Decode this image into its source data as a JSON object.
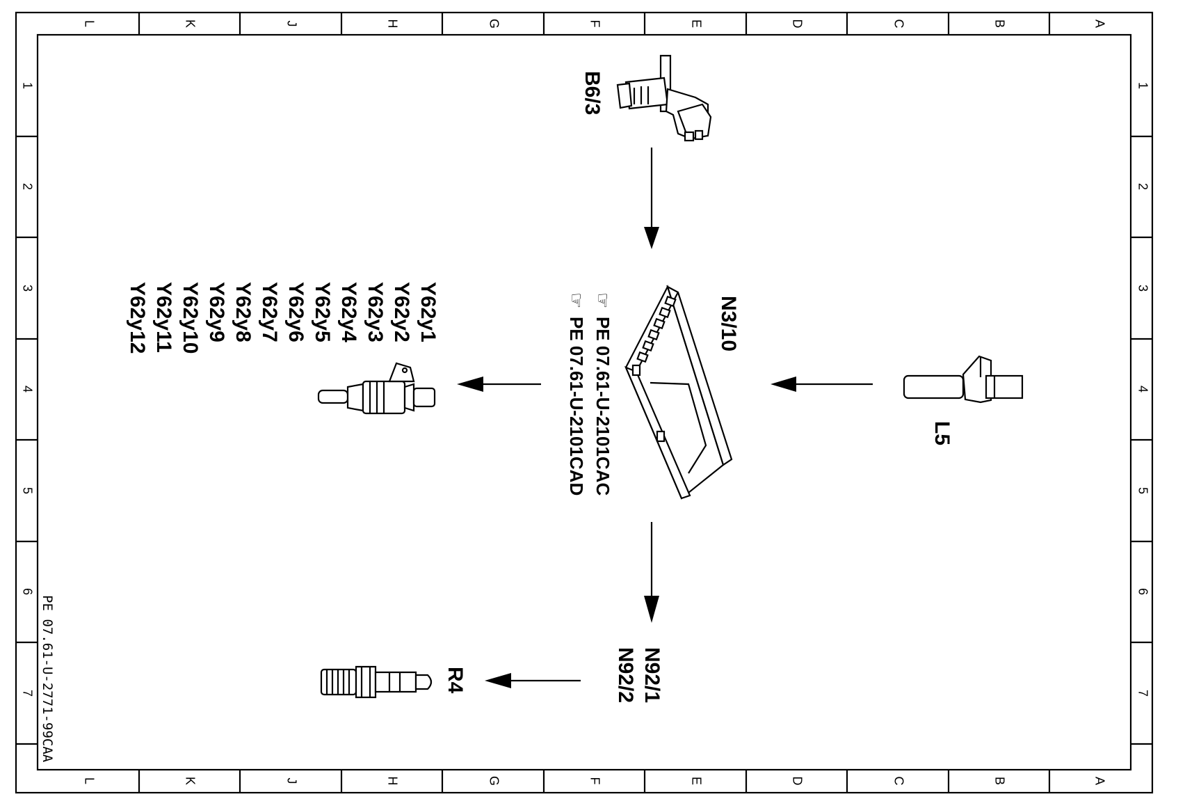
{
  "border": {
    "columns": [
      "L",
      "K",
      "J",
      "H",
      "G",
      "F",
      "E",
      "D",
      "C",
      "B",
      "A"
    ],
    "rows": [
      "1",
      "2",
      "3",
      "4",
      "5",
      "6",
      "7"
    ]
  },
  "document_id": "PE 07.61-U-2771-99CAA",
  "components": {
    "sensor_top": "B6/3",
    "control_unit": "N3/10",
    "sensor_right": "L5",
    "modules_bottom": [
      "N92/1",
      "N92/2"
    ],
    "plug": "R4",
    "injectors": [
      "Y62y1",
      "Y62y2",
      "Y62y3",
      "Y62y4",
      "Y62y5",
      "Y62y6",
      "Y62y7",
      "Y62y8",
      "Y62y9",
      "Y62y10",
      "Y62y11",
      "Y62y12"
    ]
  },
  "references": [
    {
      "icon": "hand-pointer-icon",
      "text": "PE  07.61-U-2101CAC"
    },
    {
      "icon": "hand-pointer-icon",
      "text": "PE  07.61-U-2101CAD"
    }
  ]
}
